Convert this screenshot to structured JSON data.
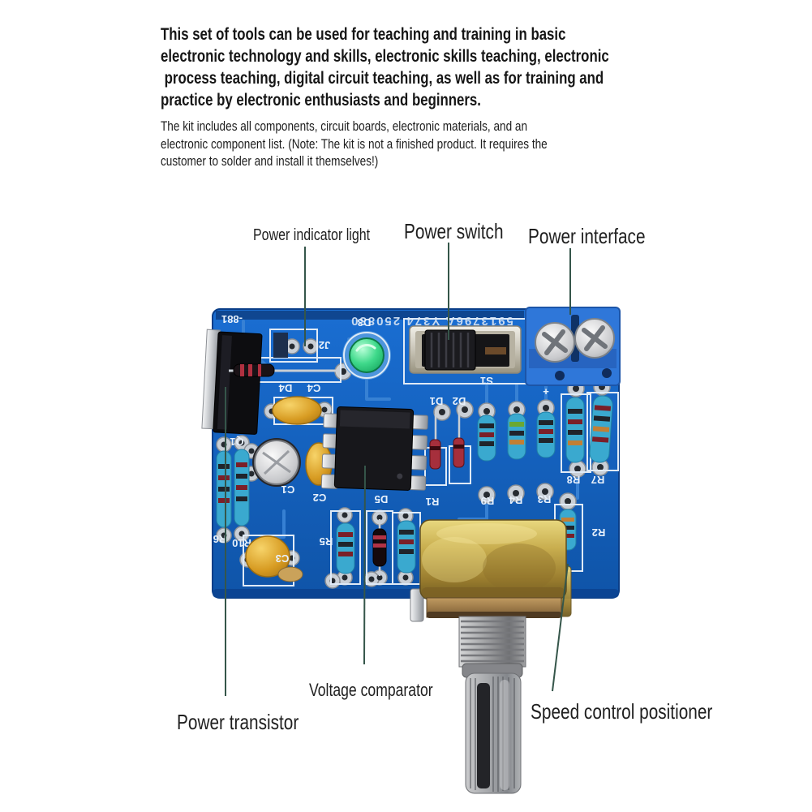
{
  "intro": {
    "p1_lines": [
      "This set of tools can be used for teaching and training in basic",
      "electronic technology and skills, electronic skills teaching, electronic",
      " process teaching, digital circuit teaching, as well as for training and",
      "practice by electronic enthusiasts and beginners."
    ],
    "p2_lines": [
      "The kit includes all components, circuit boards, electronic materials, and an",
      "electronic component list. (Note: The kit is not a finished product. It requires the",
      "customer to solder and install it themselves!)"
    ]
  },
  "callouts": {
    "power_indicator": "Power indicator light",
    "power_switch": "Power switch",
    "power_interface": "Power interface",
    "voltage_comparator": "Voltage comparator",
    "power_transistor": "Power transistor",
    "speed_control": "Speed control positioner"
  },
  "board": {
    "batch_code": "5913796A Y374 250830",
    "edge_code": "-881",
    "silkscreen": {
      "q1": "Q1",
      "j2": "J2",
      "d3": "D3",
      "d4": "D4",
      "c4": "C4",
      "s1": "S1",
      "c1": "C1",
      "c2": "C2",
      "c3": "C3",
      "d5": "D5",
      "d1": "D1",
      "d2": "D2",
      "r1": "R1",
      "r2": "R2",
      "r3": "R3",
      "r4": "R4",
      "r5": "R5",
      "r6": "R6",
      "r7": "R7",
      "r8": "R8",
      "r9": "R9",
      "r10": "R10",
      "plus": "+"
    }
  },
  "colors": {
    "pcb_blue": "#1360bd",
    "trace_blue": "#3b84d6",
    "silkscreen_white": "#e8f1fb",
    "led_green": "#2ec87a",
    "capacitor_yellow": "#d79b22",
    "resistor_cyan": "#3aa9cf",
    "pot_brass": "#c9ae4f",
    "leader_line": "#35564a"
  }
}
